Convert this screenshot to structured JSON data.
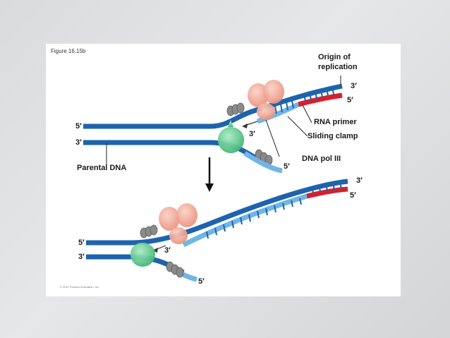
{
  "figure": {
    "label": "Figure 16.15b",
    "copyright": "© 2011 Pearson Education, Inc."
  },
  "labels": {
    "origin": "Origin of",
    "origin_line2": "replication",
    "rna_primer": "RNA primer",
    "sliding_clamp": "Sliding clamp",
    "dna_pol": "DNA pol III",
    "parental": "Parental DNA"
  },
  "ends": {
    "five_prime": "5′",
    "three_prime": "3′"
  },
  "colors": {
    "strand_dark": "#1d63ad",
    "strand_light": "#6fb6e6",
    "rna_primer": "#d6202b",
    "polymerase": "#f2a490",
    "clamp": "#62c98d",
    "helicase": "#8a8a8a"
  }
}
